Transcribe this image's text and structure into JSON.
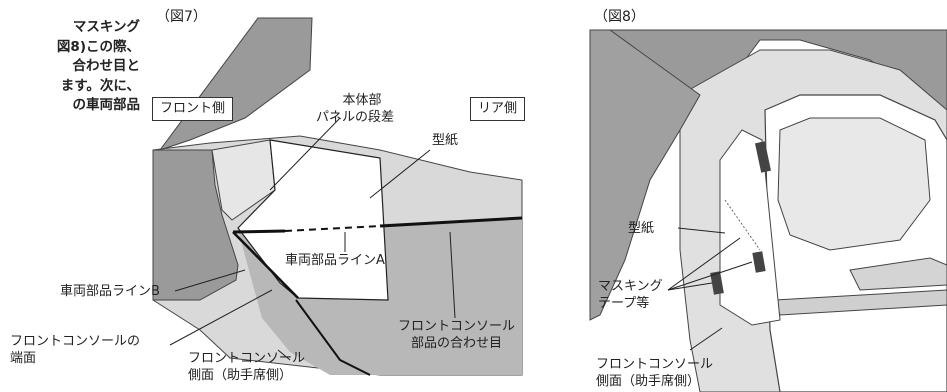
{
  "left_text": [
    "マスキング",
    "図8)この際、",
    "合わせ目と",
    "ます。次に、",
    "の車両部品"
  ],
  "fig7": {
    "title": "（図7）",
    "front_label": "フロント側",
    "rear_label": "リア側",
    "body_step_label": [
      "本体部",
      "パネルの段差"
    ],
    "template_label": "型紙",
    "line_a_label": "車両部品ラインA",
    "line_b_label": "車両部品ラインB",
    "console_edge_label": [
      "フロントコンソールの",
      "端面"
    ],
    "console_side_label": [
      "フロントコンソール",
      "側面（助手席側）"
    ],
    "console_seam_label": [
      "フロントコンソール",
      "部品の合わせ目"
    ]
  },
  "fig8": {
    "title": "（図8）",
    "template_label": "型紙",
    "masking_label": [
      "マスキング",
      "テープ等"
    ],
    "console_side_label": [
      "フロントコンソール",
      "側面（助手席側）"
    ]
  },
  "colors": {
    "panel": "#9a9a9a",
    "light_panel": "#d9d9d9",
    "line": "#222222",
    "paper": "#ffffff"
  }
}
